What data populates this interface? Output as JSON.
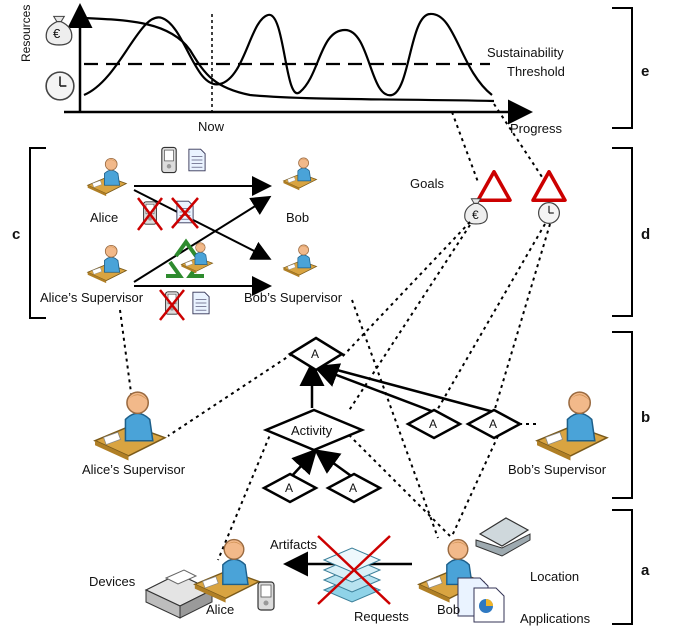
{
  "top_chart": {
    "ylabel": "Resources",
    "threshold_label_line1": "Sustainability",
    "threshold_label_line2": "Threshold",
    "now_label": "Now",
    "x_label": "Progress",
    "euro_symbol": "€"
  },
  "section_labels": {
    "a": "a",
    "b": "b",
    "c": "c",
    "d": "d",
    "e": "e"
  },
  "panel_c": {
    "alice": "Alice",
    "bob": "Bob",
    "alice_supervisor": "Alice’s Supervisor",
    "bob_supervisor": "Bob’s Supervisor"
  },
  "panel_d": {
    "goals": "Goals",
    "euro_symbol": "€"
  },
  "panel_b": {
    "activity": "Activity",
    "a_label": "A",
    "alice_supervisor": "Alice’s Supervisor",
    "bob_supervisor": "Bob’s Supervisor"
  },
  "panel_a": {
    "artifacts": "Artifacts",
    "devices": "Devices",
    "alice": "Alice",
    "requests": "Requests",
    "bob": "Bob",
    "location": "Location",
    "applications": "Applications"
  },
  "colors": {
    "red": "#cc0000",
    "skin": "#f2b98a",
    "shirt": "#4aa3d8",
    "desk": "#d9a441",
    "green": "#2e8b2e"
  }
}
